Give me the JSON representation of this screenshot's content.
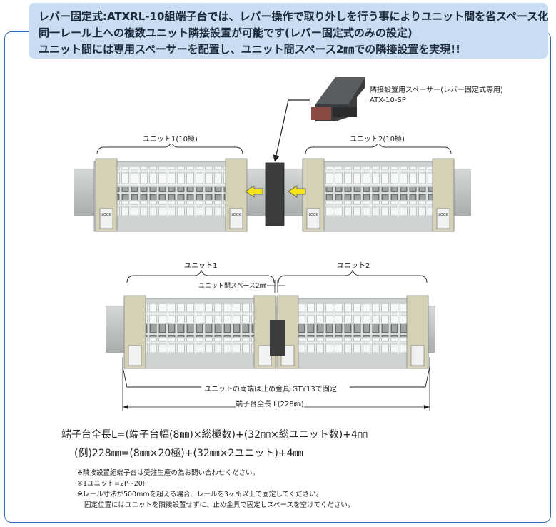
{
  "banner": {
    "line1": "レバー固定式:ATXRL-10組端子台では、レバー操作で取り外しを行う事によりユニット間を省スペース化",
    "line2": "同一レール上への複数ユニット隣接設置が可能です(レバー固定式のみの設定)",
    "line3": "ユニット間には専用スペーサーを配置し、ユニット間スペース2㎜での隣接設置を実現!!"
  },
  "spacer": {
    "caption": "隣接設置用スペーサー(レバー固定式専用)",
    "model": "ATX-10-SP"
  },
  "top_diagram": {
    "unit1_label": "ユニット1(10極)",
    "unit2_label": "ユニット2(10極)",
    "lock_label": "LOCK"
  },
  "bottom_diagram": {
    "unit1_label": "ユニット1",
    "unit2_label": "ユニット2",
    "gap_label": "ユニット間スペース2㎜",
    "end_stop_label": "ユニットの両端は止め金具:GTY13で固定",
    "total_length_label": "端子台全長 L(228㎜)"
  },
  "formula": {
    "general": "端子台全長L=(端子台幅(8㎜)×総極数)+(32㎜×総ユニット数)+4㎜",
    "example": "(例)228㎜=(8㎜×20極)+(32㎜×2ユニット)+4㎜"
  },
  "notes": [
    "※隣接設置組端子台は受注生産の為お問い合わせください。",
    "※1ユニット=2P~20P",
    "※レール寸法が500mmを超える場合、レールを3ヶ所以上で固定してください。",
    "固定位置にはユニットを隣接設置せずに、止め金具で固定しスペースを空けてください。"
  ],
  "colors": {
    "frame_border": "#2f6fb3",
    "banner_bg": "#c9dcf1",
    "arrow_yellow": "#f5e31a"
  }
}
